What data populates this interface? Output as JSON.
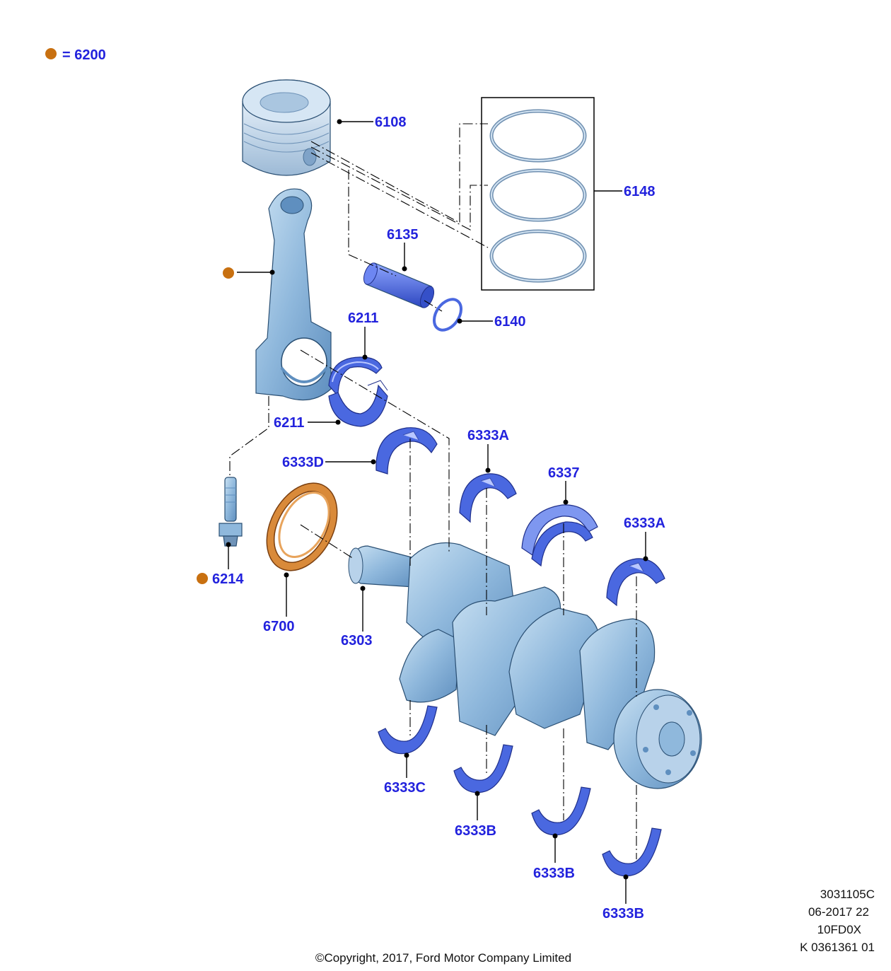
{
  "legend": {
    "text": "= 6200",
    "dot_color": "#c87010"
  },
  "colors": {
    "label": "#2222dd",
    "part_blue": "#8fb8dc",
    "bearing_blue": "#4a68e0",
    "seal_orange": "#d98a3a"
  },
  "callouts": {
    "piston": "6108",
    "rings": "6148",
    "pin": "6135",
    "clip": "6140",
    "bearing_upper": "6211",
    "bearing_lower": "6211",
    "thrust_top": "6333D",
    "main_top_1": "6333A",
    "thrust_washer": "6337",
    "main_top_2": "6333A",
    "bolt": "6214",
    "seal": "6700",
    "crankshaft": "6303",
    "main_bottom_1": "6333C",
    "main_bottom_2": "6333B",
    "main_bottom_3": "6333B",
    "main_bottom_4": "6333B"
  },
  "meta": {
    "line1": "3031105C",
    "line2": "06-2017 22",
    "line3": "10FD0X",
    "line4": "K 0361361 01",
    "copyright": "©Copyright, 2017, Ford Motor Company Limited"
  }
}
